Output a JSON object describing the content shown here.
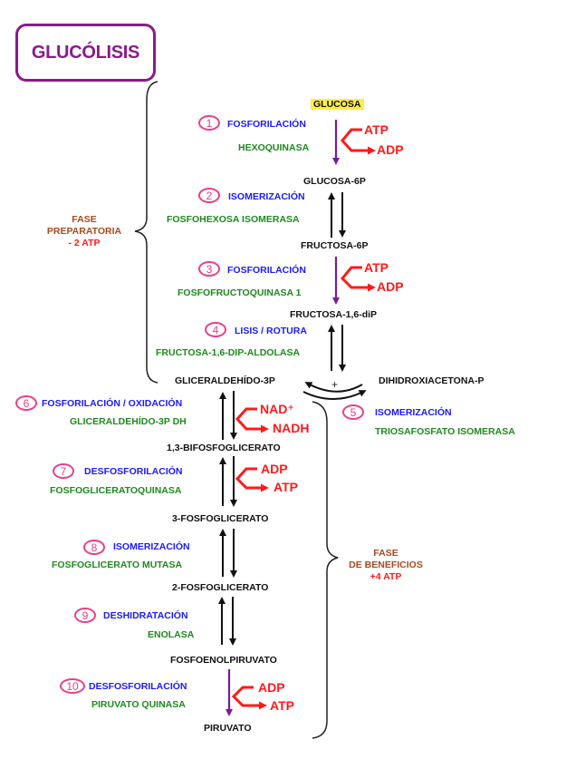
{
  "title": "GLUCÓLISIS",
  "colors": {
    "title": "#8a1a8a",
    "process": "#1a1aff",
    "enzyme": "#1e8a1e",
    "cofactor": "#ff1a1a",
    "phase": "#a84a1c",
    "step_circle": "#e8408a",
    "irreversible_arrow": "#7a1a9a",
    "highlight": "#ffee44"
  },
  "metabolites": {
    "glucosa": "GLUCOSA",
    "glucosa_6p": "GLUCOSA-6P",
    "fructosa_6p": "FRUCTOSA-6P",
    "fructosa_16dip": "FRUCTOSA-1,6-diP",
    "gliceraldehido_3p": "GLICERALDEHÍDO-3P",
    "dihidroxiacetona_p": "DIHIDROXIACETONA-P",
    "bifosfoglicerato_13": "1,3-BIFOSFOGLICERATO",
    "fosfoglicerato_3": "3-FOSFOGLICERATO",
    "fosfoglicerato_2": "2-FOSFOGLICERATO",
    "fosfoenolpiruvato": "FOSFOENOLPIRUVATO",
    "piruvato": "PIRUVATO"
  },
  "steps": [
    {
      "number": "1",
      "process": "FOSFORILACIÓN",
      "enzyme": "HEXOQUINASA",
      "cofactor_in": "ATP",
      "cofactor_out": "ADP",
      "reversible": false
    },
    {
      "number": "2",
      "process": "ISOMERIZACIÓN",
      "enzyme": "FOSFOHEXOSA ISOMERASA",
      "reversible": true
    },
    {
      "number": "3",
      "process": "FOSFORILACIÓN",
      "enzyme": "FOSFOFRUCTOQUINASA 1",
      "cofactor_in": "ATP",
      "cofactor_out": "ADP",
      "reversible": false
    },
    {
      "number": "4",
      "process": "LISIS / ROTURA",
      "enzyme": "FRUCTOSA-1,6-DIP-ALDOLASA",
      "reversible": true
    },
    {
      "number": "5",
      "process": "ISOMERIZACIÓN",
      "enzyme": "TRIOSAFOSFATO ISOMERASA",
      "reversible": true
    },
    {
      "number": "6",
      "process": "FOSFORILACIÓN / OXIDACIÓN",
      "enzyme": "GLICERALDEHÍDO-3P DH",
      "cofactor_in": "NAD⁺",
      "cofactor_out": "NADH",
      "reversible": true
    },
    {
      "number": "7",
      "process": "DESFOSFORILACIÓN",
      "enzyme": "FOSFOGLICERATOQUINASA",
      "cofactor_in": "ADP",
      "cofactor_out": "ATP",
      "reversible": true
    },
    {
      "number": "8",
      "process": "ISOMERIZACIÓN",
      "enzyme": "FOSFOGLICERATO MUTASA",
      "reversible": true
    },
    {
      "number": "9",
      "process": "DESHIDRATACIÓN",
      "enzyme": "ENOLASA",
      "reversible": true
    },
    {
      "number": "10",
      "process": "DESFOSFORILACIÓN",
      "enzyme": "PIRUVATO QUINASA",
      "cofactor_in": "ADP",
      "cofactor_out": "ATP",
      "reversible": false
    }
  ],
  "plus_sign": "+",
  "phases": {
    "preparatoria": {
      "line1": "FASE",
      "line2": "PREPARATORIA",
      "atp": "- 2 ATP"
    },
    "beneficios": {
      "line1": "FASE",
      "line2": "DE BENEFICIOS",
      "atp": "+4 ATP"
    }
  }
}
